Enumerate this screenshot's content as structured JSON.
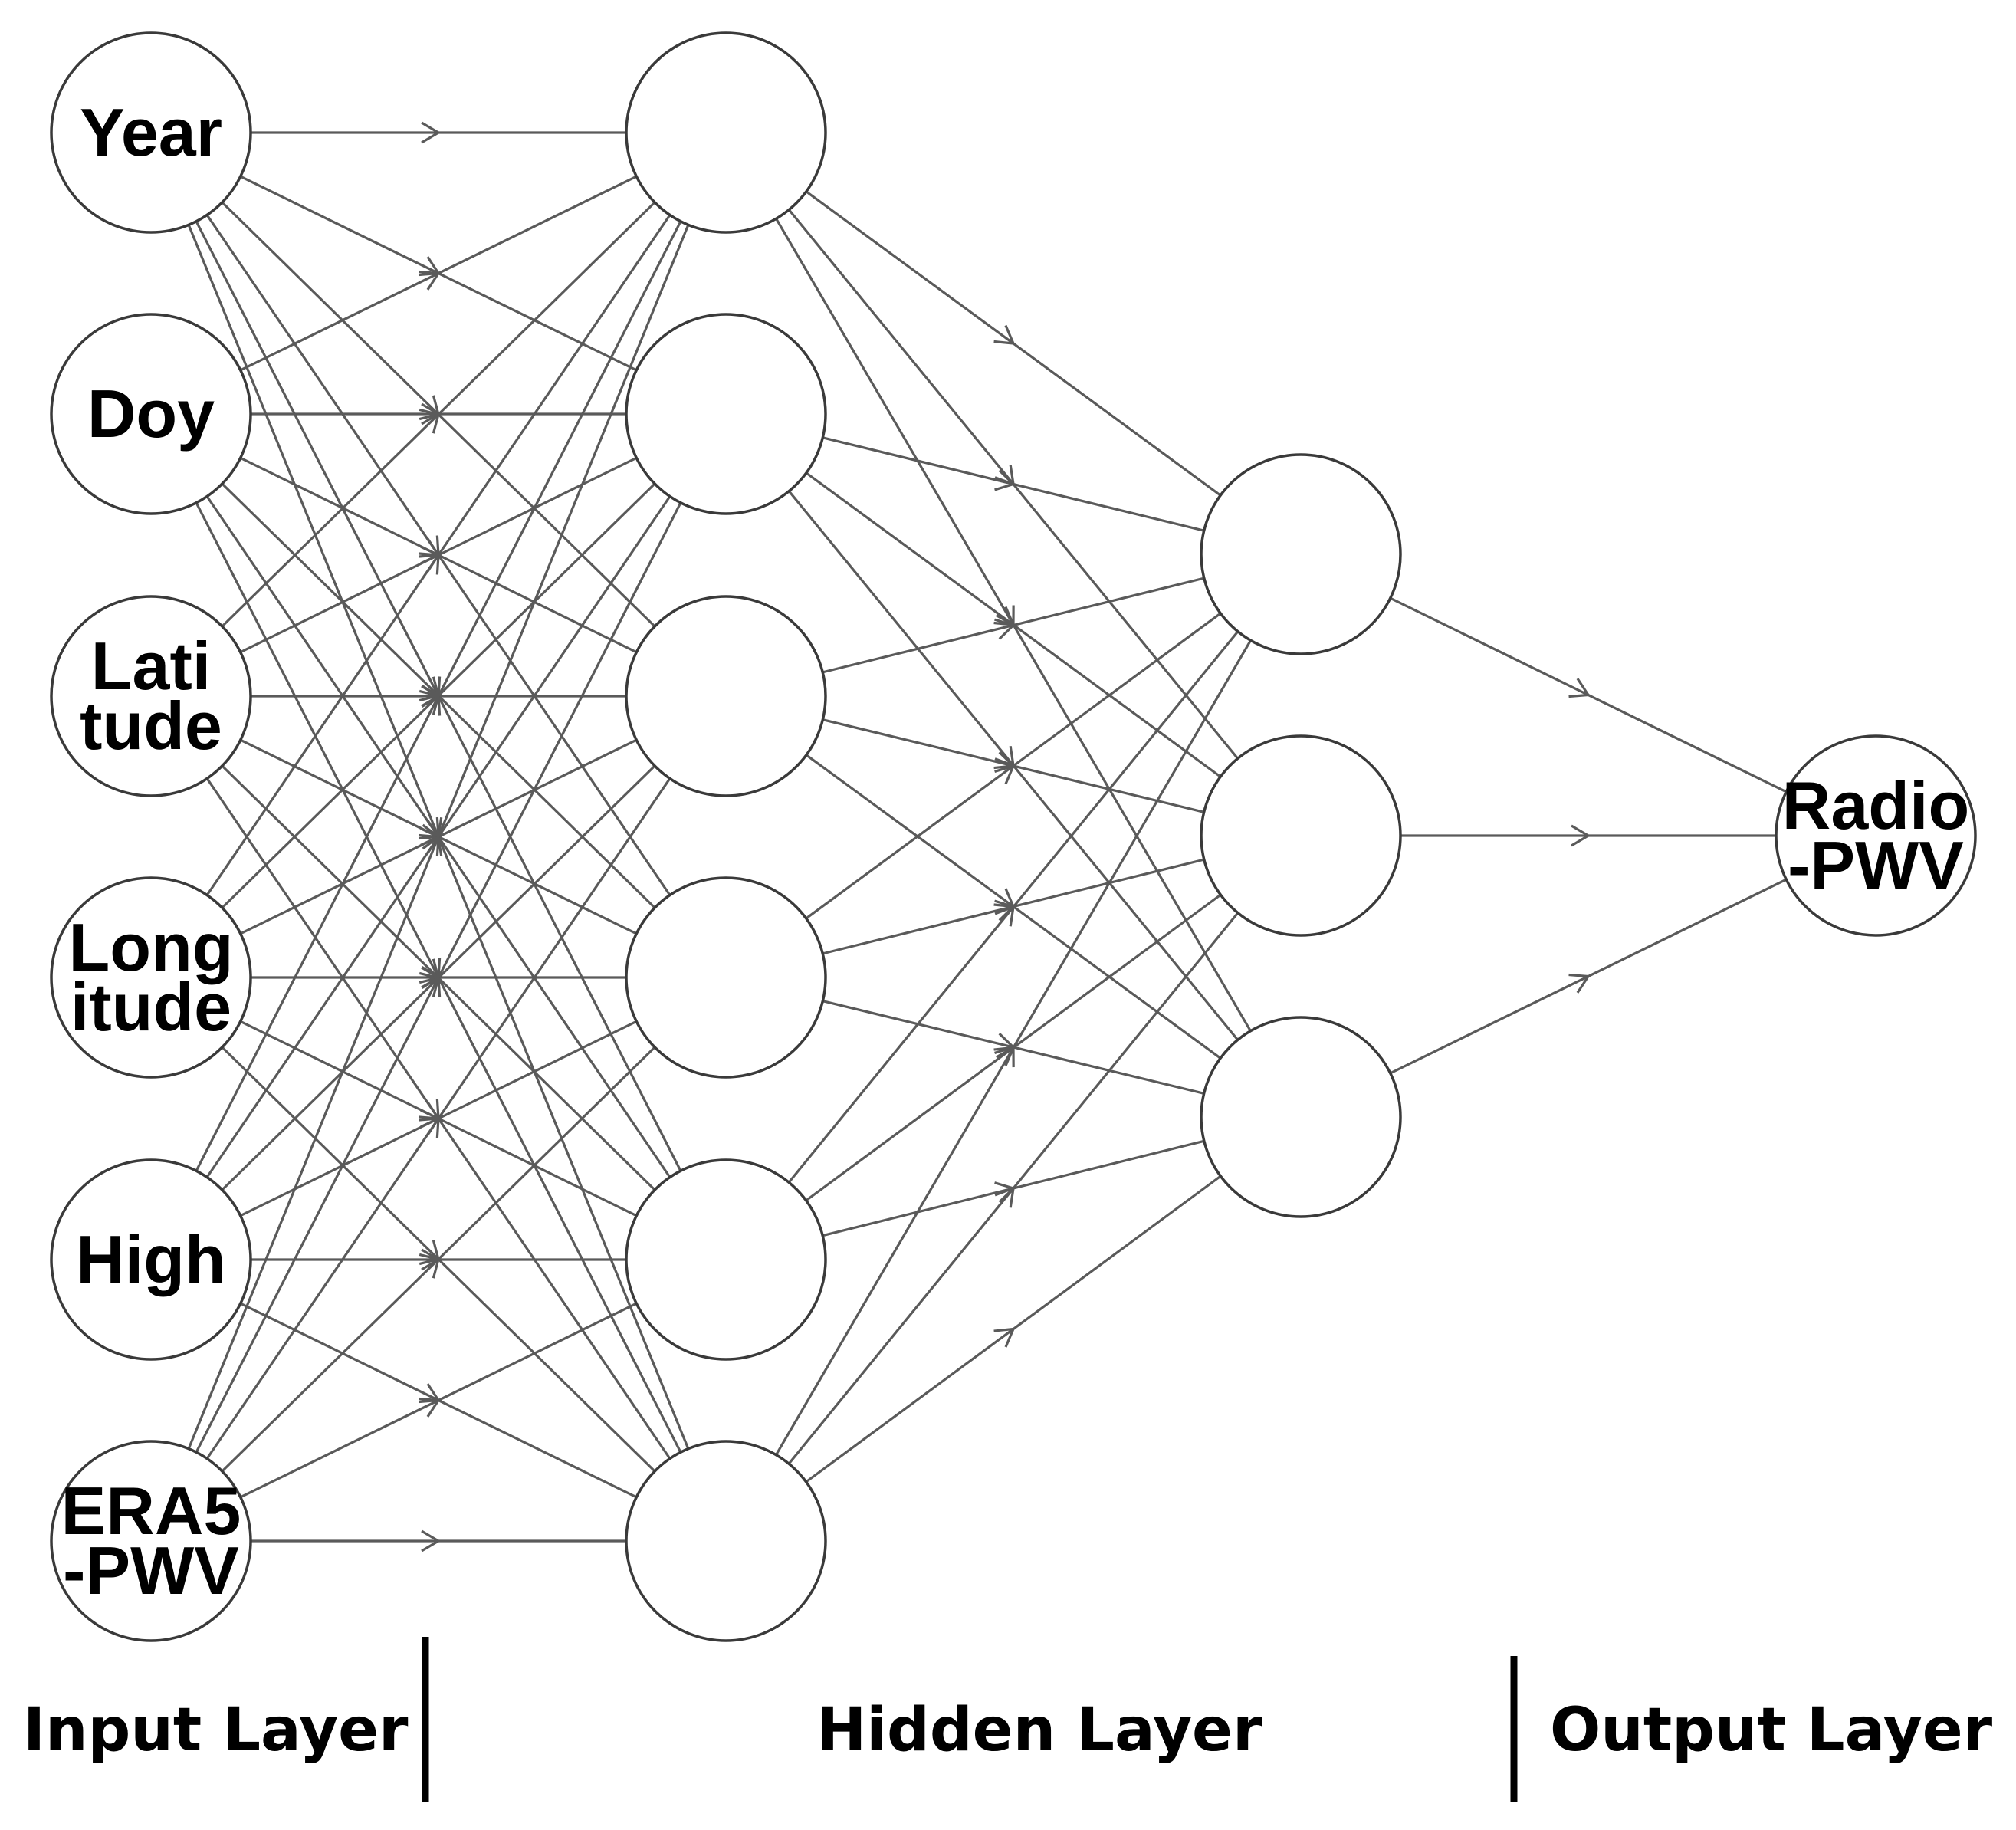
{
  "diagram": {
    "type": "neural-network",
    "input_nodes": [
      {
        "lines": [
          "Year"
        ]
      },
      {
        "lines": [
          "Doy"
        ]
      },
      {
        "lines": [
          "Lati",
          "tude"
        ]
      },
      {
        "lines": [
          "Long",
          "itude"
        ]
      },
      {
        "lines": [
          "High"
        ]
      },
      {
        "lines": [
          "ERA5",
          "-PWV"
        ]
      }
    ],
    "hidden_layer_1_count": 6,
    "hidden_layer_2_count": 3,
    "output_nodes": [
      {
        "lines": [
          "Radio",
          "-PWV"
        ]
      }
    ],
    "layer_labels": {
      "input": "Input Layer",
      "hidden": "Hidden Layer",
      "output": "Output Layer"
    },
    "colors": {
      "edge": "#5a5a5a",
      "node_stroke": "#3a3a3a",
      "node_fill": "#ffffff",
      "text": "#000000",
      "divider": "#000000"
    }
  }
}
